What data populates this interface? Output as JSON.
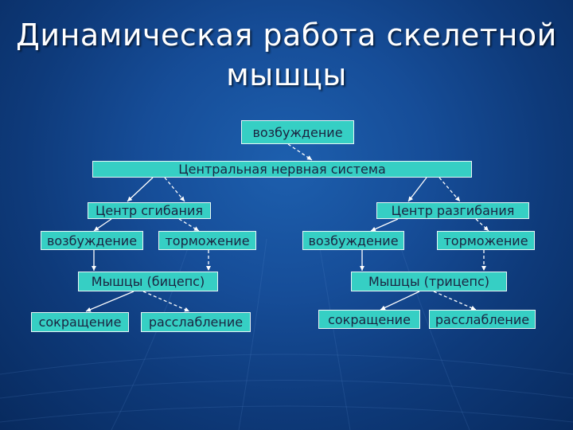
{
  "title": {
    "line1": "Динамическая  работа  скелетной",
    "line2": "мышцы"
  },
  "nodes": {
    "top_excitation": "возбуждение",
    "cns": "Центральная  нервная  система",
    "flexion_center": "Центр  сгибания",
    "extension_center": "Центр  разгибания",
    "flex_excitation": "возбуждение",
    "flex_inhibition": "торможение",
    "ext_excitation": "возбуждение",
    "ext_inhibition": "торможение",
    "biceps": "Мышцы (бицепс)",
    "triceps": "Мышцы (трицепс)",
    "biceps_contraction": "сокращение",
    "biceps_relaxation": "расслабление",
    "triceps_contraction": "сокращение",
    "triceps_relaxation": "расслабление"
  },
  "colors": {
    "box_fill": "#36cfc4",
    "background": "#164d98"
  }
}
